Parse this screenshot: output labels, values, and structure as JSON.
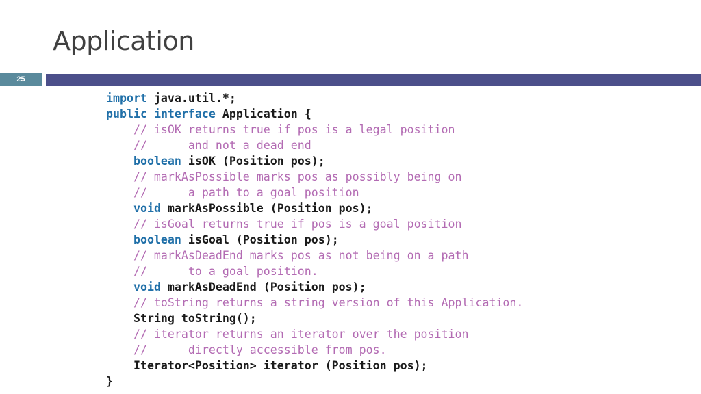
{
  "slide": {
    "title": "Application",
    "number": "25"
  },
  "code": {
    "lines": [
      [
        {
          "t": "kw",
          "v": "import"
        },
        {
          "t": "txt",
          "v": " java.util.*;"
        }
      ],
      [
        {
          "t": "kw",
          "v": "public"
        },
        {
          "t": "txt",
          "v": " "
        },
        {
          "t": "kw",
          "v": "interface"
        },
        {
          "t": "txt",
          "v": " Application {"
        }
      ],
      [
        {
          "t": "cmt",
          "v": "    // isOK returns true if pos is a legal position"
        }
      ],
      [
        {
          "t": "cmt",
          "v": "    //      and not a dead end"
        }
      ],
      [
        {
          "t": "txt",
          "v": "    "
        },
        {
          "t": "kw",
          "v": "boolean"
        },
        {
          "t": "txt",
          "v": " isOK (Position pos);"
        }
      ],
      [
        {
          "t": "cmt",
          "v": "    // markAsPossible marks pos as possibly being on"
        }
      ],
      [
        {
          "t": "cmt",
          "v": "    //      a path to a goal position"
        }
      ],
      [
        {
          "t": "txt",
          "v": "    "
        },
        {
          "t": "kw",
          "v": "void"
        },
        {
          "t": "txt",
          "v": " markAsPossible (Position pos);"
        }
      ],
      [
        {
          "t": "cmt",
          "v": "    // isGoal returns true if pos is a goal position"
        }
      ],
      [
        {
          "t": "txt",
          "v": "    "
        },
        {
          "t": "kw",
          "v": "boolean"
        },
        {
          "t": "txt",
          "v": " isGoal (Position pos);"
        }
      ],
      [
        {
          "t": "cmt",
          "v": "    // markAsDeadEnd marks pos as not being on a path"
        }
      ],
      [
        {
          "t": "cmt",
          "v": "    //      to a goal position."
        }
      ],
      [
        {
          "t": "txt",
          "v": "    "
        },
        {
          "t": "kw",
          "v": "void"
        },
        {
          "t": "txt",
          "v": " markAsDeadEnd (Position pos);"
        }
      ],
      [
        {
          "t": "cmt",
          "v": "    // toString returns a string version of this Application."
        }
      ],
      [
        {
          "t": "txt",
          "v": "    String toString();"
        }
      ],
      [
        {
          "t": "cmt",
          "v": "    // iterator returns an iterator over the position"
        }
      ],
      [
        {
          "t": "cmt",
          "v": "    //      directly accessible from pos."
        }
      ],
      [
        {
          "t": "txt",
          "v": "    Iterator<Position> iterator (Position pos);"
        }
      ],
      [
        {
          "t": "txt",
          "v": "}"
        }
      ]
    ]
  }
}
